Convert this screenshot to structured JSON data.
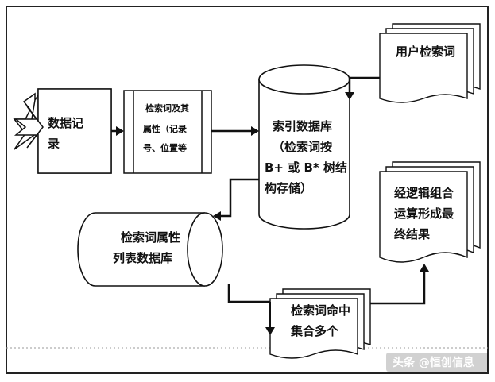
{
  "nodes": {
    "data_record": {
      "lines": [
        "数据记",
        "录"
      ]
    },
    "term_attributes": {
      "lines": [
        "检索词及其",
        "属性（记录",
        "号、位置等"
      ]
    },
    "index_db": {
      "lines": [
        "索引数据库",
        "（检索词按",
        "B+ 或 B* 树结",
        "构存储）"
      ]
    },
    "user_terms": {
      "lines": [
        "用户检索词"
      ]
    },
    "logic_result": {
      "lines": [
        "经逻辑组合",
        "运算形成最",
        "终结果"
      ]
    },
    "attr_list_db": {
      "lines": [
        "检索词属性",
        "列表数据库"
      ]
    },
    "hit_set": {
      "lines": [
        "检索词命中",
        "集合多个"
      ]
    }
  },
  "watermark": {
    "text": "头条 @恒创信息"
  }
}
